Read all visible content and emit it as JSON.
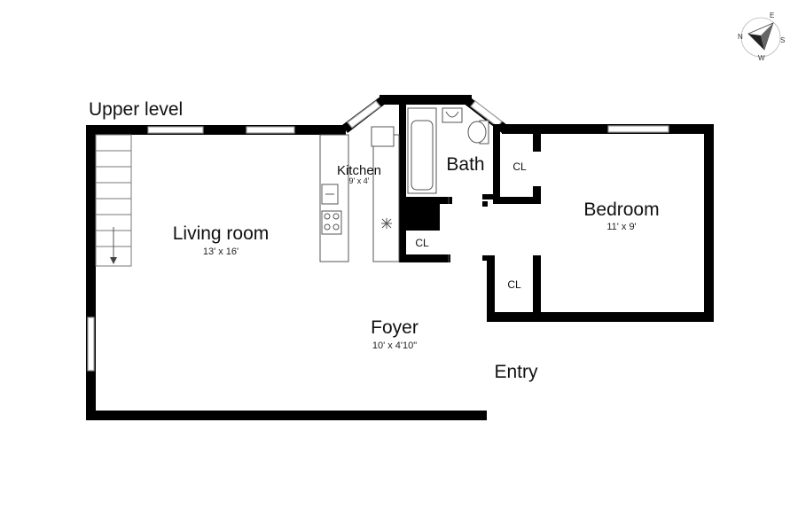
{
  "floor": {
    "label": "Upper level"
  },
  "rooms": {
    "living": {
      "name": "Living room",
      "dimensions": "13' x 16'"
    },
    "kitchen": {
      "name": "Kitchen",
      "dimensions": "9' x 4'"
    },
    "bath": {
      "name": "Bath"
    },
    "bedroom": {
      "name": "Bedroom",
      "dimensions": "11' x 9'"
    },
    "foyer": {
      "name": "Foyer",
      "dimensions": "10' x 4'10\""
    },
    "entry": {
      "name": "Entry"
    },
    "closet_bath": {
      "name": "CL"
    },
    "closet_bedroom": {
      "name": "CL"
    },
    "closet_hall": {
      "name": "CL"
    }
  },
  "compass": {
    "n": "N",
    "e": "E",
    "s": "S",
    "w": "W"
  },
  "colors": {
    "wall": "#000000",
    "window": "#ffffff",
    "fixture_stroke": "#555555"
  }
}
